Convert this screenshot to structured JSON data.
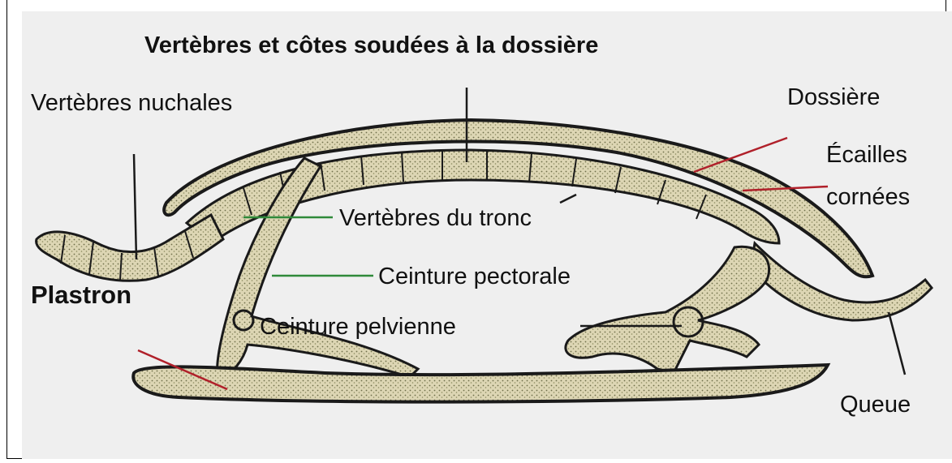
{
  "diagram": {
    "title": "Vertèbres et côtes soudées à la dossière",
    "labels": {
      "vertebres_nuchales": "Vertèbres nuchales",
      "dossiere": "Dossière",
      "ecailles": "Écailles",
      "cornees": "cornées",
      "vertebres_tronc": "Vertèbres du tronc",
      "ceinture_pectorale": "Ceinture pectorale",
      "plastron": "Plastron",
      "ceinture_pelvienne": "Ceinture pelvienne",
      "queue": "Queue"
    },
    "colors": {
      "bone_fill": "#d9d2b0",
      "bone_dots": "#7a7a52",
      "outline": "#1a1a1a",
      "leader_red": "#b0202a",
      "leader_green": "#2f8a3a",
      "panel_bg": "#efefef"
    }
  }
}
